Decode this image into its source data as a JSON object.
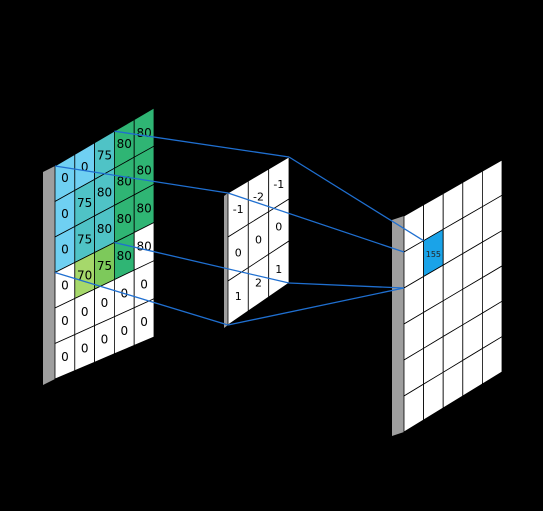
{
  "input_grid": {
    "values": [
      [
        "0",
        "0",
        "75",
        "80",
        "80"
      ],
      [
        "0",
        "75",
        "80",
        "80",
        "80"
      ],
      [
        "0",
        "75",
        "80",
        "80",
        "80"
      ],
      [
        "0",
        "70",
        "75",
        "80",
        "80"
      ],
      [
        "0",
        "0",
        "0",
        "0",
        "0"
      ],
      [
        "0",
        "0",
        "0",
        "0",
        "0"
      ]
    ],
    "colors": [
      [
        "#6fd0f2",
        "#6fd0f2",
        "#4fc3c6",
        "#2fb574",
        "#2fb574"
      ],
      [
        "#6fd0f2",
        "#4fc3c6",
        "#4fc3c6",
        "#2fb574",
        "#2fb574"
      ],
      [
        "#6fd0f2",
        "#4fc3c6",
        "#4fc3c6",
        "#2fb574",
        "#2fb574"
      ],
      [
        "#ffffff",
        "#a6d86b",
        "#7dc95b",
        "#2fb574",
        "#ffffff"
      ],
      [
        "#ffffff",
        "#ffffff",
        "#ffffff",
        "#ffffff",
        "#ffffff"
      ],
      [
        "#ffffff",
        "#ffffff",
        "#ffffff",
        "#ffffff",
        "#ffffff"
      ]
    ]
  },
  "kernel": {
    "values": [
      [
        "-1",
        "-2",
        "-1"
      ],
      [
        "0",
        "0",
        "0"
      ],
      [
        "1",
        "2",
        "1"
      ]
    ]
  },
  "output_grid": {
    "rows": 6,
    "cols": 5,
    "highlight": {
      "row": 1,
      "col": 1,
      "value": "155",
      "color": "#1aa3e8"
    }
  },
  "colors": {
    "background": "#000000",
    "panel_side": "#9e9e9e",
    "grid_line": "#000000",
    "connector": "#1f6fd0"
  }
}
